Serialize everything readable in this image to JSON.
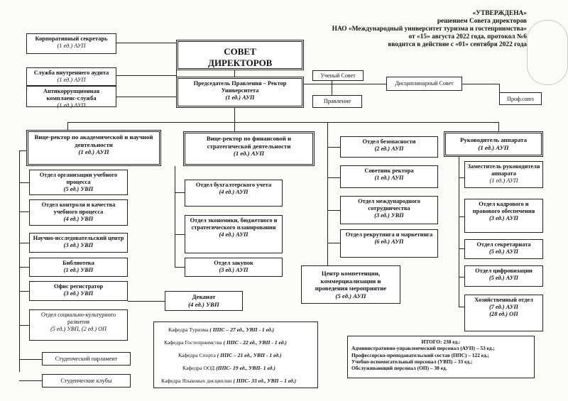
{
  "approval": {
    "l1": "«УТВЕРЖДЕНА»",
    "l2": "решением Совета директоров",
    "l3": "НАО «Международный университет туризма и гостеприимства»",
    "l4": "от «15» августа 2022 года, протокол №6",
    "l5": "вводится в действие с «01» сентября 2022 года"
  },
  "board": {
    "title": "СОВЕТ ДИРЕКТОРОВ"
  },
  "left_top": {
    "secretary": {
      "name": "Корпоративный секретарь",
      "staff": "(1 ед.) АУП"
    },
    "audit": {
      "name": "Служба внутреннего аудита",
      "staff": "(1 ед.) АУП"
    },
    "anticorr": {
      "name": "Антикоррупционная комплаенс-служба",
      "staff": "(1 ед.) АУП"
    }
  },
  "chairman": {
    "name": "Председатель Правления – Ректор Университета",
    "staff": "(1 ед.) АУП"
  },
  "academic_council": "Ученый Совет",
  "discipline_council": "Дисциплинарный Совет",
  "management_board": "Правление",
  "trade_union": "Проф.союз",
  "vr_academic": {
    "title": "Вице-ректор по академической и научной деятельности",
    "staff": "(1 ед.) АУП",
    "units": [
      {
        "name": "Отдел организации учебного процесса",
        "staff": "(5 ед.) УВП"
      },
      {
        "name": "Отдел контроля и качества учебного процесса",
        "staff": "(4 ед.) УВП"
      },
      {
        "name": "Научно-исследовательский центр",
        "staff": "(3 ед.) УВП"
      },
      {
        "name": "Библиотека",
        "staff": "(1 ед.) УВП"
      },
      {
        "name": "Офис регистратор",
        "staff": "(3 ед.) УВП"
      },
      {
        "name": "Отдел социально-культурного развития",
        "staff": "(5 ед.) УВП, (2 ед.) ОП"
      }
    ],
    "student_parliament": "Студенческий парламент",
    "student_clubs": "Студенческие клубы"
  },
  "deanery": {
    "name": "Деканат",
    "staff": "(4 ед.) УВП"
  },
  "departments": [
    {
      "name": "Кафедра Туризма",
      "staff": "( ППС – 27 ед., УВП - 1 ед.)"
    },
    {
      "name": "Кафедра Гостеприимства",
      "staff": "( ППС - 22 ед., УВП - 1 ед.)"
    },
    {
      "name": "Кафедра Спорта",
      "staff": "( ППС – 21 ед., УВП - 1 ед.)"
    },
    {
      "name": "Кафедра ООД",
      "staff": "(ППС- 19 ед., УВП- 1 ед.)"
    },
    {
      "name": "Кафедра Языковых дисциплин",
      "staff": "( ППС- 33 ед., УВП – 1 ед.)"
    }
  ],
  "vr_finance": {
    "title": "Вице-ректор по финансовой и стратегической деятельности",
    "staff": "(1 ед.) АУП",
    "units": [
      {
        "name": "Отдел бухгалтерского учета",
        "staff": "(4 ед.) АУП"
      },
      {
        "name": "Отдел экономики, бюджетного и стратегического планирования",
        "staff": "(4 ед.) АУП"
      },
      {
        "name": "Отдел закупок",
        "staff": "(3 ед.) АУП"
      }
    ]
  },
  "competence_center": {
    "name": "Центр компетенции, коммерциализации и проведения мероприятие",
    "staff": "(5 ед.) АУП"
  },
  "middle_units": [
    {
      "name": "Отдел безопасности",
      "staff": "(2 ед.) АУП"
    },
    {
      "name": "Советник ректора",
      "staff": "(1 ед.) АУП"
    },
    {
      "name": "Отдел международного сотрудничества",
      "staff": "(3 ед.) УВП"
    },
    {
      "name": "Отдел рекрутинга и маркетинга",
      "staff": "(6 ед.) АУП"
    }
  ],
  "apparatus": {
    "title": "Руководитель аппарата",
    "staff": "(1 ед.) АУП",
    "units": [
      {
        "name": "Заместитель руководителя аппарата",
        "staff": "(1 ед.) АУП"
      },
      {
        "name": "Отдел кадрового и правового обеспечения",
        "staff": "(3 ед.) АУП"
      },
      {
        "name": "Отдел секретариата",
        "staff": "(5 ед.) АУП"
      },
      {
        "name": "Отдел цифровизации",
        "staff": "(5 ед.) АУП"
      },
      {
        "name": "Хозяйственный отдел",
        "staff": "(7 ед.) АУП",
        "staff2": "(28 ед.) ОП"
      }
    ]
  },
  "totals": {
    "title": "ИТОГО: 238 ед.:",
    "l1": "Административно-управленческий персонал (АУП) – 53 ед.;",
    "l2": "Профессорско-преподавательский состав (ППС) – 122 ед.;",
    "l3": "Учебно-вспомогательный персонал (УВП) – 33 ед.;",
    "l4": "Обслуживающий персонал (ОП) – 30 ед."
  }
}
